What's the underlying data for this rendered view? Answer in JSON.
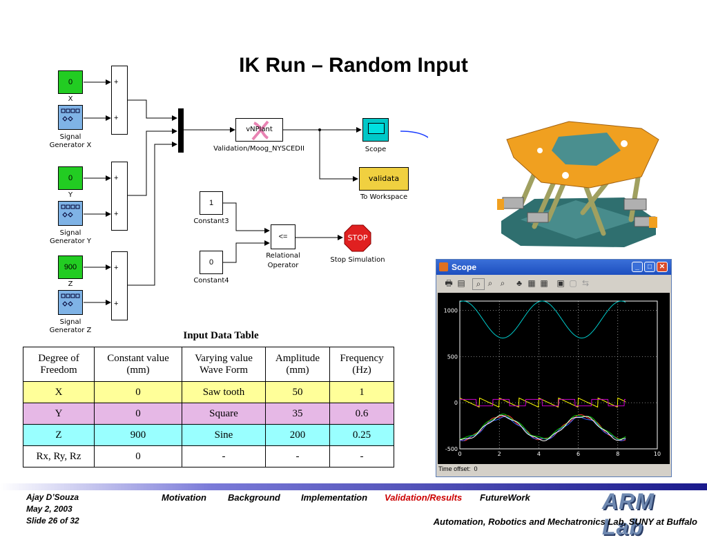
{
  "slide_title": "IK Run – Random Input",
  "model": {
    "x_const": "0",
    "x_label": "X",
    "sig_x_label": "Signal Generator X",
    "y_const": "0",
    "y_label": "Y",
    "sig_y_label": "Signal Generator Y",
    "z_const": "900",
    "z_label": "Z",
    "sig_z_label": "Signal Generator Z",
    "plus_sign": "+",
    "vnplant_label": "vNPlant",
    "validation_label": "Validation/Moog_NYSCEDII",
    "scope_label": "Scope",
    "validata_label": "validata",
    "workspace_label": "To Workspace",
    "const3_value": "1",
    "const3_label": "Constant3",
    "const4_value": "0",
    "const4_label": "Constant4",
    "relational_symbol": "<=",
    "relational_label_1": "Relational",
    "relational_label_2": "Operator",
    "stop_text": "STOP",
    "stop_label": "Stop Simulation"
  },
  "table": {
    "title": "Input Data Table",
    "headers": [
      [
        "Degree of",
        "Freedom"
      ],
      [
        "Constant value",
        "(mm)"
      ],
      [
        "Varying value",
        "Wave Form"
      ],
      [
        "Amplitude",
        "(mm)"
      ],
      [
        "Frequency",
        "(Hz)"
      ]
    ],
    "rows": [
      {
        "cells": [
          "X",
          "0",
          "Saw tooth",
          "50",
          "1"
        ],
        "color": "#ffff99"
      },
      {
        "cells": [
          "Y",
          "0",
          "Square",
          "35",
          "0.6"
        ],
        "color": "#e6b8e6"
      },
      {
        "cells": [
          "Z",
          "900",
          "Sine",
          "200",
          "0.25"
        ],
        "color": "#99ffff"
      },
      {
        "cells": [
          "Rx, Ry, Rz",
          "0",
          "-",
          "-",
          "-"
        ],
        "color": "#ffffff"
      }
    ]
  },
  "scope_window": {
    "title": "Scope",
    "time_offset_label": "Time offset:",
    "time_offset_value": "0"
  },
  "chart_data": {
    "type": "line",
    "title": "",
    "xlabel": "",
    "ylabel": "",
    "xlim": [
      0,
      10
    ],
    "ylim": [
      -500,
      1100
    ],
    "xticks": [
      0,
      2,
      4,
      6,
      8,
      10
    ],
    "yticks": [
      1000,
      500,
      0,
      -500
    ],
    "grid": true,
    "series": [
      {
        "color": "#00cccc",
        "kind": "sine",
        "offset": 900,
        "amplitude": 200,
        "freq": 0.25,
        "x_end": 8.4
      },
      {
        "color": "#ffff00",
        "kind": "saw",
        "offset": 0,
        "amplitude": 50,
        "freq": 1,
        "x_end": 8.4
      },
      {
        "color": "#cc00cc",
        "kind": "square",
        "offset": 0,
        "amplitude": 35,
        "freq": 0.6,
        "x_end": 8.4
      },
      {
        "color": "#ff3333",
        "kind": "actuator",
        "offset": -270,
        "amplitude": 130,
        "freq": 0.25,
        "x_end": 8.4
      },
      {
        "color": "#3366ff",
        "kind": "actuator",
        "offset": -280,
        "amplitude": 120,
        "freq": 0.25,
        "x_end": 8.4
      },
      {
        "color": "#00cc00",
        "kind": "actuator",
        "offset": -260,
        "amplitude": 125,
        "freq": 0.25,
        "x_end": 8.4
      },
      {
        "color": "#ffffff",
        "kind": "actuator",
        "offset": -275,
        "amplitude": 128,
        "freq": 0.25,
        "x_end": 8.4
      }
    ]
  },
  "footer": {
    "author": "Ajay D’Souza",
    "date": "May 2, 2003",
    "slide": "Slide 26 of 32",
    "nav": [
      {
        "label": "Motivation",
        "active": false
      },
      {
        "label": "Background",
        "active": false
      },
      {
        "label": "Implementation",
        "active": false
      },
      {
        "label": "Validation/Results",
        "active": true
      },
      {
        "label": "FutureWork",
        "active": false
      }
    ],
    "lab_name": "Automation, Robotics and Mechatronics Lab, SUNY at Buffalo",
    "logo_text": "ARM Lab"
  },
  "colors": {
    "active_nav": "#cc0000",
    "scope_bg": "#000000"
  }
}
